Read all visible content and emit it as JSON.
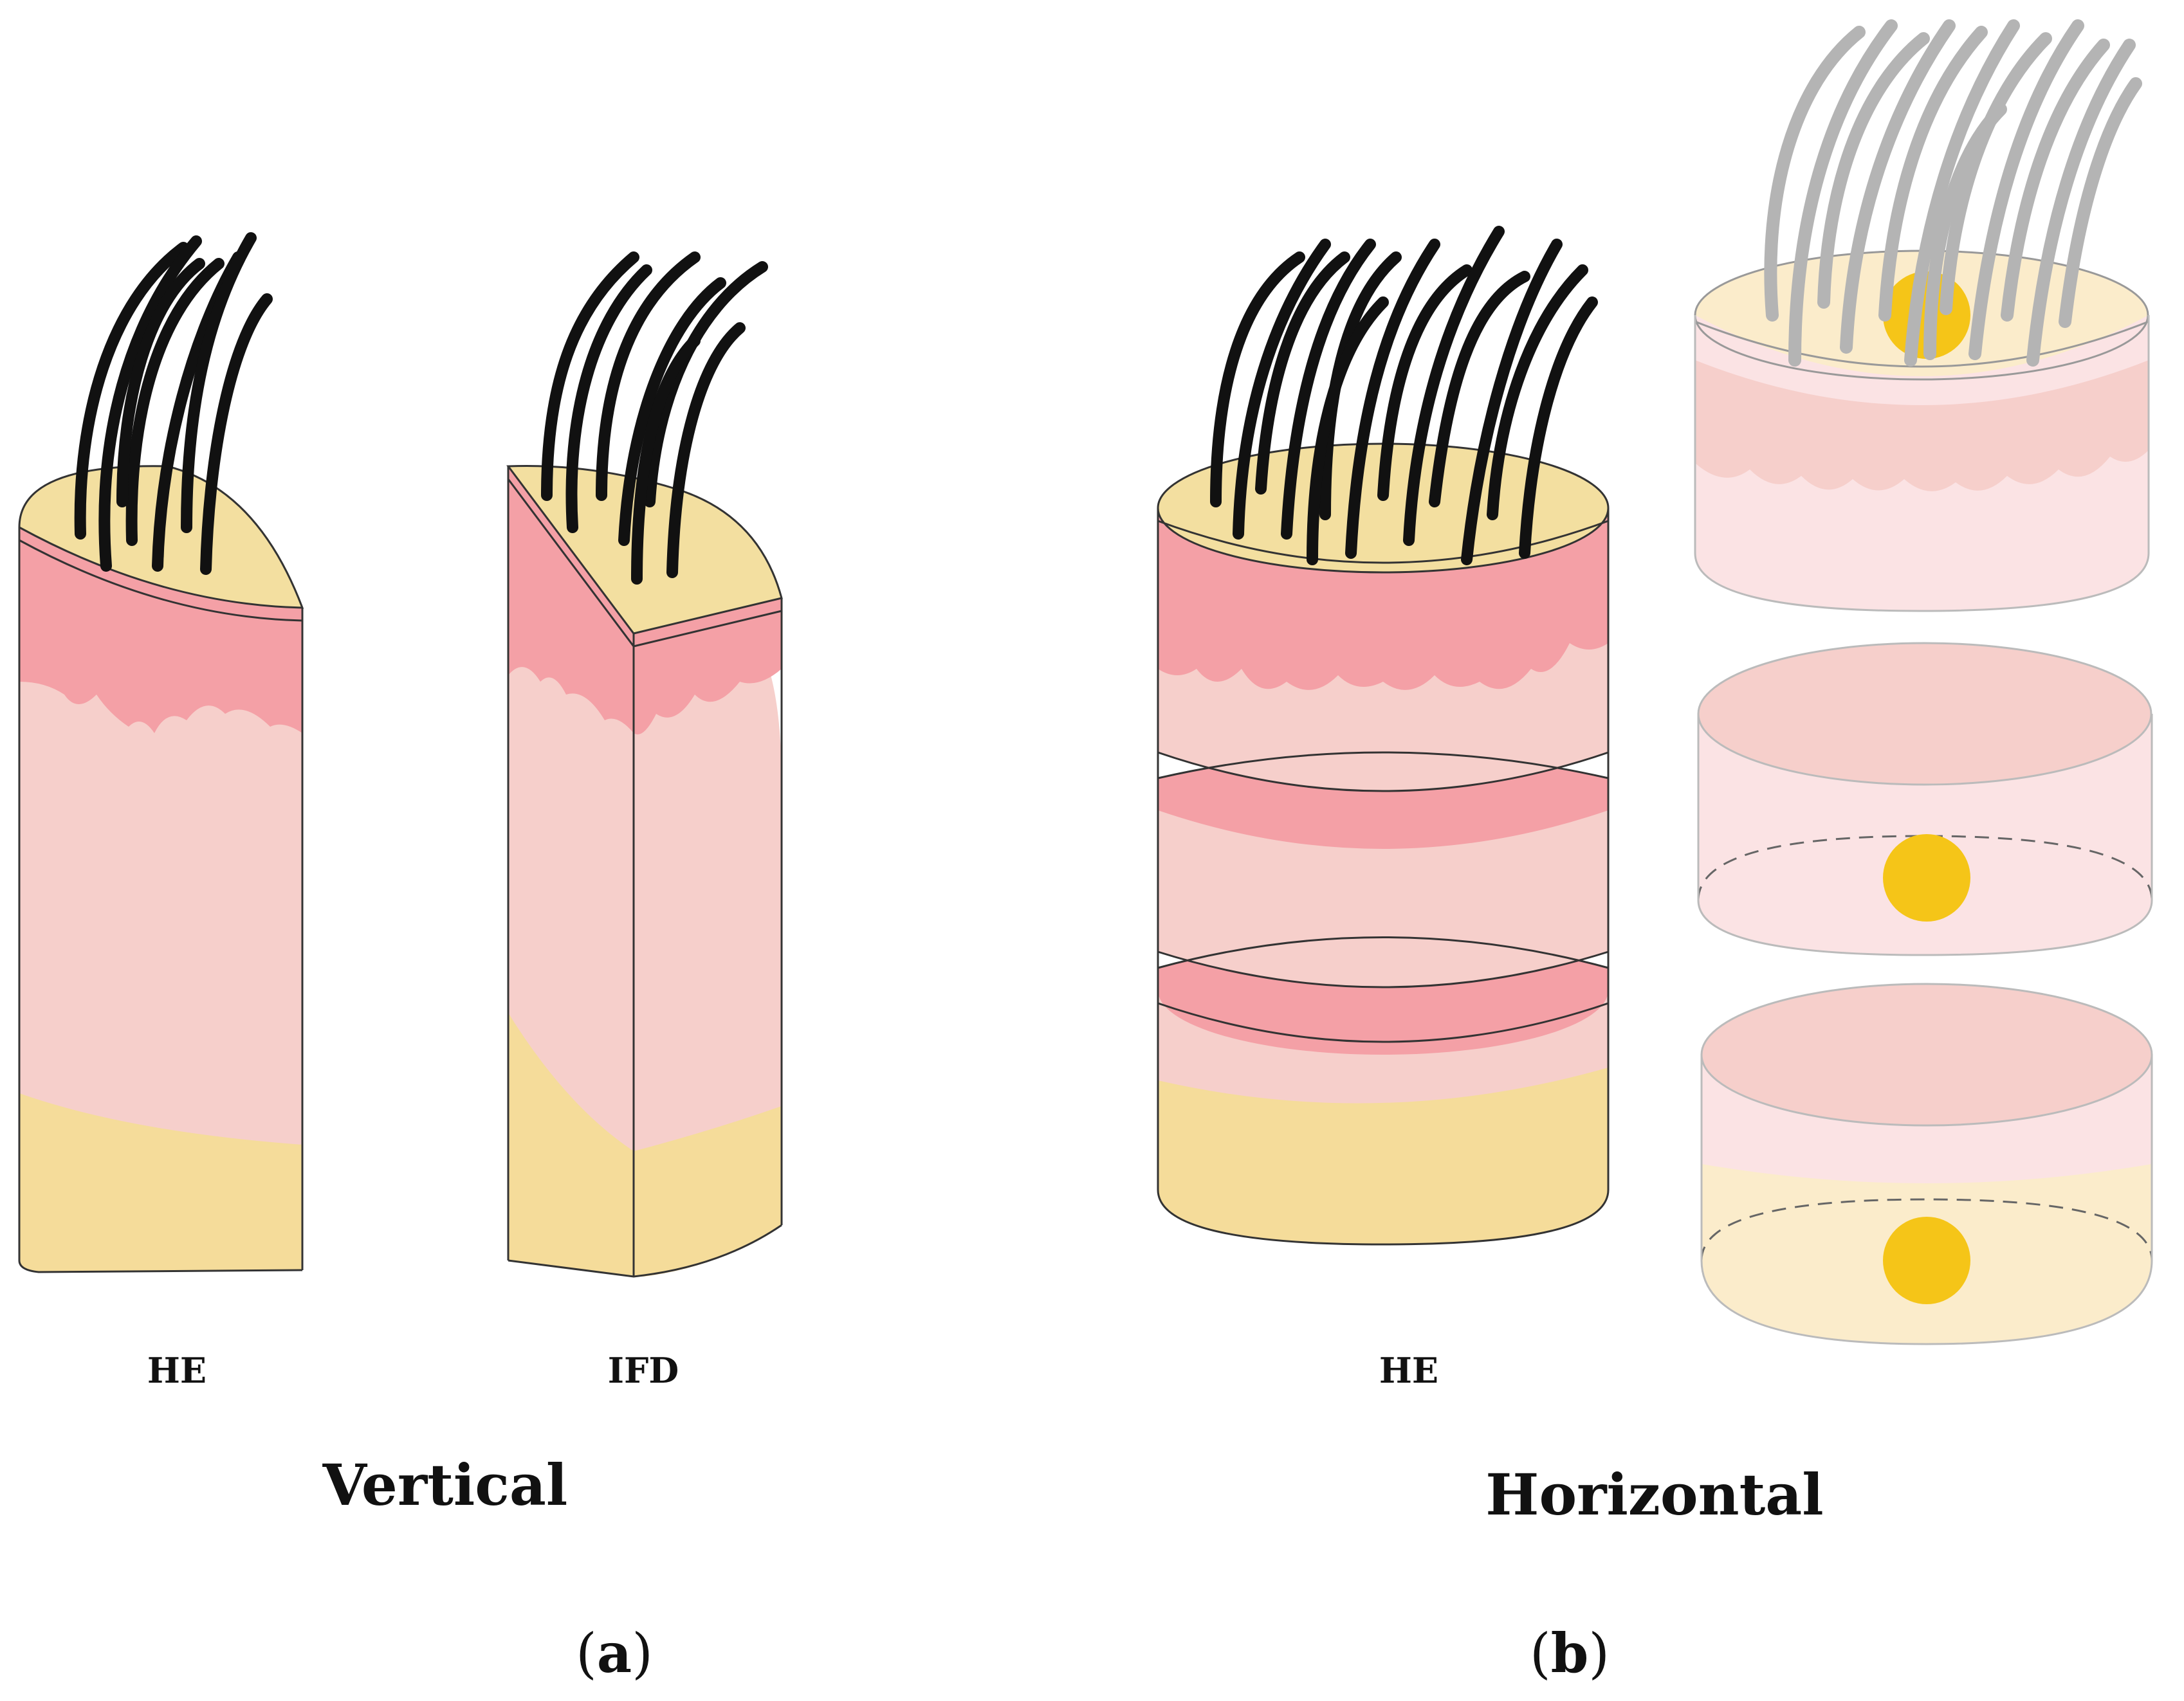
{
  "labels": {
    "he_vertical": "HE",
    "ifd_vertical": "IFD",
    "he_horizontal": "HE",
    "vertical_title": "Vertical",
    "horizontal_title": "Horizontal",
    "panel_a": {
      "open": "(",
      "letter": "a",
      "close": ")"
    },
    "panel_b": {
      "open": "(",
      "letter": "b",
      "close": ")"
    }
  },
  "colors": {
    "fat_yellow": "#f5dc9a",
    "top_yellow": "#f3dfa0",
    "epidermis_pink": "#f4a0a6",
    "dermis_pink": "#f6cfcb",
    "hair_black": "#111111",
    "hair_grey": "#b4b4b4",
    "follicle_dot": "#f5c518",
    "pale_pink": "#fbe3e4",
    "pale_yellow": "#fbeccb"
  }
}
